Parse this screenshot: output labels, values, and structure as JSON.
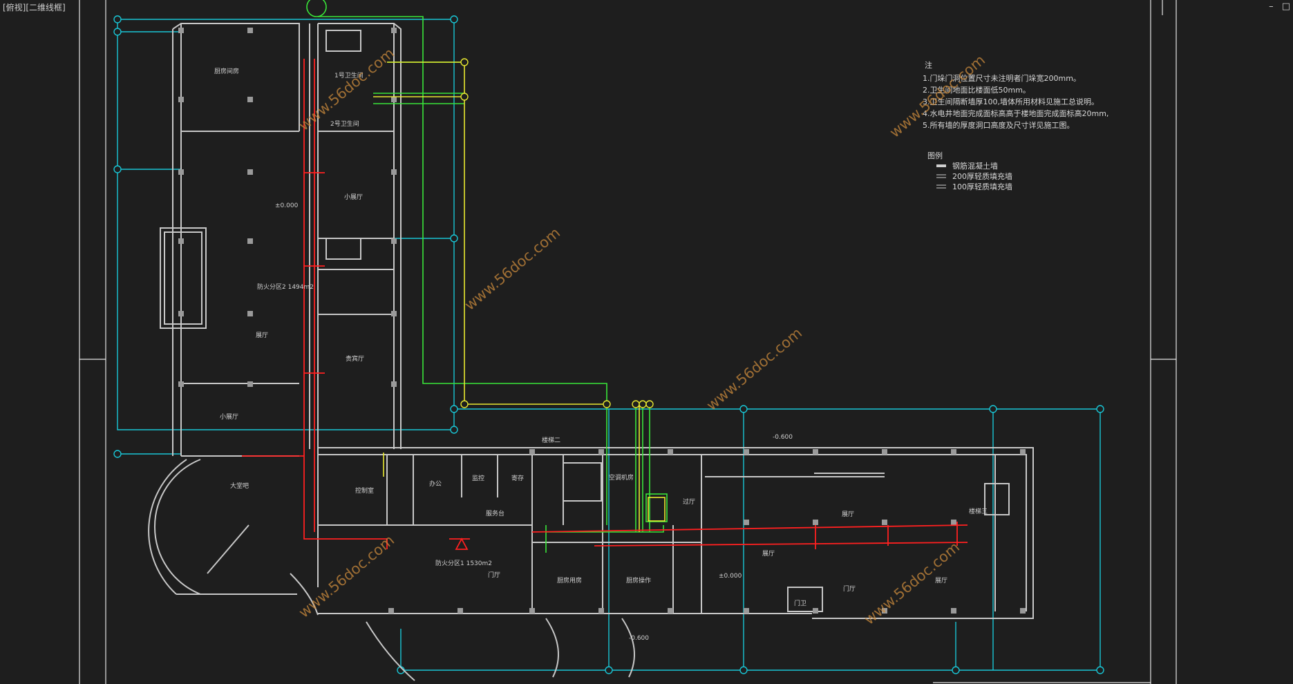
{
  "window": {
    "title": "[俯视][二维线框]",
    "controls": [
      "–",
      "□"
    ]
  },
  "notes": {
    "heading": "注",
    "lines": [
      "1.门垛门洞位置尺寸未注明者门垛宽200mm。",
      "2.卫生间地面比楼面低50mm。",
      "3.卫生间隔断墙厚100,墙体所用材料见施工总说明。",
      "4.水电井地面完成面标高高于楼地面完成面标高20mm,",
      "5.所有墙的厚度洞口高度及尺寸详见施工图。"
    ]
  },
  "legend": {
    "heading": "图例",
    "items": [
      "钢筋混凝土墙",
      "200厚轻质填充墙",
      "100厚轻质填充墙"
    ]
  },
  "rooms": {
    "r1": "厨房间房",
    "r2": "1号卫生间",
    "r3": "2号卫生间",
    "r4": "小展厅",
    "r5": "防火分区2\n1494m2",
    "r6": "展厅",
    "r7": "贵宾厅",
    "r8": "小展厅",
    "r9": "大堂吧",
    "r10": "控制室",
    "r11": "办公",
    "r12": "监控",
    "r13": "寄存",
    "r14": "服务台",
    "r15": "门厅",
    "r16": "防火分区1\n1530m2",
    "r17": "厨房用房",
    "r18": "厨房操作",
    "r19": "过厅",
    "r20": "展厅",
    "r21": "展厅",
    "r22": "门厅",
    "r23": "展厅",
    "r24": "门卫",
    "r25": "空调机房",
    "r26": "楼梯二",
    "r27": "楼梯三"
  },
  "levels": {
    "l1": "±0.000",
    "l2": "-0.600",
    "l3": "±0.000",
    "l4": "-0.600"
  },
  "watermark": "www.56doc.com"
}
